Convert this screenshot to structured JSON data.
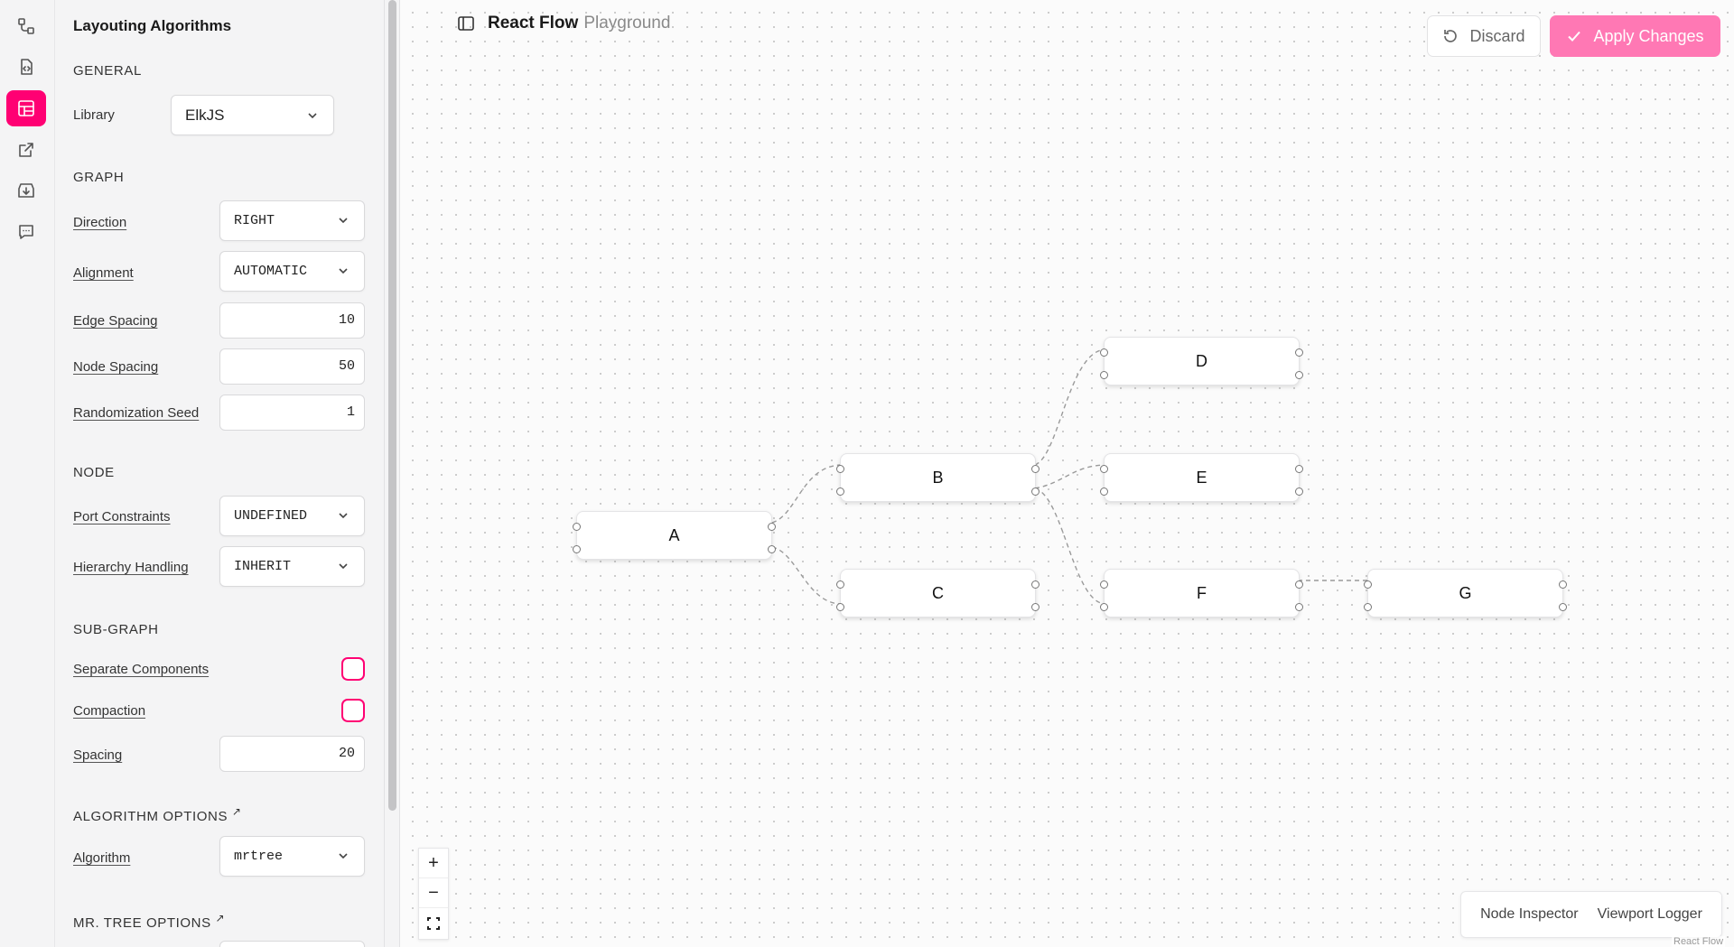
{
  "rail": {
    "icons": [
      "flow-icon",
      "code-file-icon",
      "layout-icon",
      "external-link-icon",
      "download-icon",
      "chat-icon"
    ]
  },
  "panel": {
    "title": "Layouting Algorithms",
    "general": {
      "heading": "GENERAL",
      "library_label": "Library",
      "library_value": "ElkJS"
    },
    "graph": {
      "heading": "GRAPH",
      "direction_label": "Direction",
      "direction_value": "RIGHT",
      "alignment_label": "Alignment",
      "alignment_value": "AUTOMATIC",
      "edge_spacing_label": "Edge Spacing",
      "edge_spacing_value": "10",
      "node_spacing_label": "Node Spacing",
      "node_spacing_value": "50",
      "seed_label": "Randomization Seed",
      "seed_value": "1"
    },
    "node": {
      "heading": "NODE",
      "port_label": "Port Constraints",
      "port_value": "UNDEFINED",
      "hierarchy_label": "Hierarchy Handling",
      "hierarchy_value": "INHERIT"
    },
    "subgraph": {
      "heading": "SUB-GRAPH",
      "separate_label": "Separate Components",
      "compaction_label": "Compaction",
      "spacing_label": "Spacing",
      "spacing_value": "20"
    },
    "algorithm": {
      "heading": "ALGORITHM OPTIONS",
      "ext": "↗",
      "algorithm_label": "Algorithm",
      "algorithm_value": "mrtree"
    },
    "mrtree": {
      "heading": "MR. TREE OPTIONS",
      "ext": "↗"
    }
  },
  "header": {
    "brand": "React Flow",
    "subtitle": "Playground"
  },
  "actions": {
    "discard": "Discard",
    "apply": "Apply Changes",
    "accent": "#ff0073"
  },
  "nodes": [
    "A",
    "B",
    "C",
    "D",
    "E",
    "F",
    "G"
  ],
  "controls": {
    "zoom_in": "+",
    "zoom_out": "−"
  },
  "devtools": {
    "inspector": "Node Inspector",
    "logger": "Viewport Logger"
  },
  "attribution": "React Flow"
}
